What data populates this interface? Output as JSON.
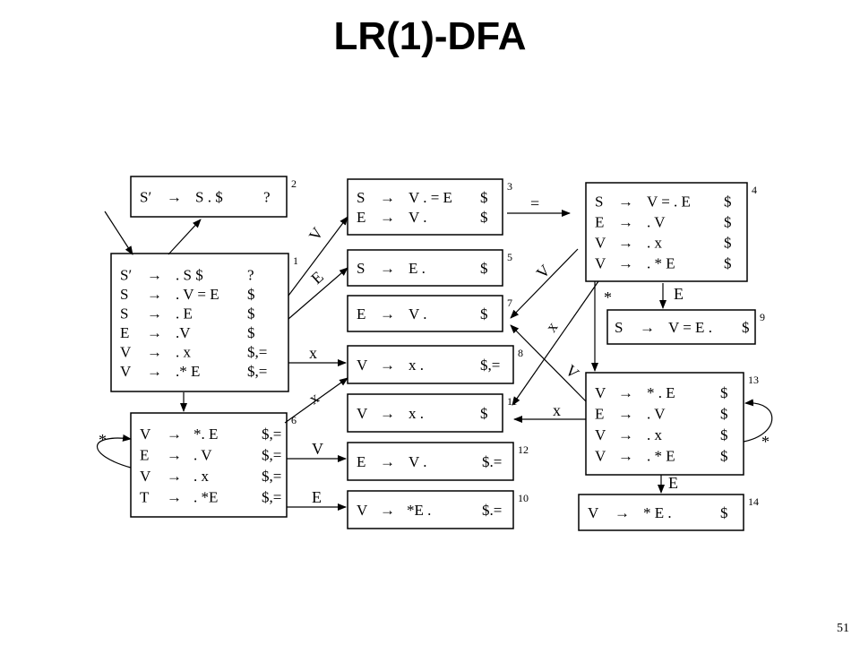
{
  "title": "LR(1)-DFA",
  "page_number": "51",
  "states": [
    {
      "id": "1",
      "items": [
        [
          "S′",
          "→",
          ". S $",
          "?"
        ],
        [
          "S",
          "→",
          ". V = E",
          "$"
        ],
        [
          "S",
          "→",
          ". E",
          "$"
        ],
        [
          "E",
          "→",
          ".V",
          "$"
        ],
        [
          "V",
          "→",
          ". x",
          "$,="
        ],
        [
          "V",
          "→",
          ".* E",
          "$,="
        ]
      ]
    },
    {
      "id": "2",
      "items": [
        [
          "S′",
          "→",
          "S . $",
          "?"
        ]
      ]
    },
    {
      "id": "3",
      "items": [
        [
          "S",
          "→",
          "V . = E",
          "$"
        ],
        [
          "E",
          "→",
          "V .",
          "$"
        ]
      ]
    },
    {
      "id": "4",
      "items": [
        [
          "S",
          "→",
          "V = . E",
          "$"
        ],
        [
          "E",
          "→",
          ". V",
          "$"
        ],
        [
          "V",
          "→",
          ". x",
          "$"
        ],
        [
          "V",
          "→",
          ". * E",
          "$"
        ]
      ]
    },
    {
      "id": "5",
      "items": [
        [
          "S",
          "→",
          "E .",
          "$"
        ]
      ]
    },
    {
      "id": "6",
      "items": [
        [
          "V",
          "→",
          "*. E",
          "$,="
        ],
        [
          "E",
          "→",
          ". V",
          "$,="
        ],
        [
          "V",
          "→",
          ". x",
          "$,="
        ],
        [
          "T",
          "→",
          ". *E",
          "$,="
        ]
      ]
    },
    {
      "id": "7",
      "items": [
        [
          "E",
          "→",
          "V .",
          "$"
        ]
      ]
    },
    {
      "id": "8",
      "items": [
        [
          "V",
          "→",
          "x .",
          "$,="
        ]
      ]
    },
    {
      "id": "9",
      "items": [
        [
          "S",
          "→",
          "V = E .",
          "$"
        ]
      ]
    },
    {
      "id": "10",
      "items": [
        [
          "V",
          "→",
          "*E .",
          "$.="
        ]
      ]
    },
    {
      "id": "11",
      "items": [
        [
          "V",
          "→",
          "x .",
          "$"
        ]
      ]
    },
    {
      "id": "12",
      "items": [
        [
          "E",
          "→",
          "V .",
          "$.="
        ]
      ]
    },
    {
      "id": "13",
      "items": [
        [
          "V",
          "→",
          "* . E",
          "$"
        ],
        [
          "E",
          "→",
          ". V",
          "$"
        ],
        [
          "V",
          "→",
          ". x",
          "$"
        ],
        [
          "V",
          "→",
          ". * E",
          "$"
        ]
      ]
    },
    {
      "id": "14",
      "items": [
        [
          "V",
          "→",
          "* E .",
          "$"
        ]
      ]
    }
  ],
  "transitions": [
    {
      "from": "1",
      "to": "2",
      "label": ""
    },
    {
      "from": "1",
      "to": "3",
      "label": "V"
    },
    {
      "from": "1",
      "to": "5",
      "label": "E"
    },
    {
      "from": "1",
      "to": "8",
      "label": "x"
    },
    {
      "from": "1",
      "to": "6",
      "label": ""
    },
    {
      "from": "3",
      "to": "4",
      "label": "="
    },
    {
      "from": "4",
      "to": "7",
      "label": "V"
    },
    {
      "from": "4",
      "to": "11",
      "label": "x"
    },
    {
      "from": "4",
      "to": "9",
      "label": "E"
    },
    {
      "from": "4",
      "to": "13",
      "label": "*"
    },
    {
      "from": "6",
      "to": "8",
      "label": "x"
    },
    {
      "from": "6",
      "to": "12",
      "label": "V"
    },
    {
      "from": "6",
      "to": "10",
      "label": "E"
    },
    {
      "from": "6",
      "to": "6",
      "label": "*"
    },
    {
      "from": "13",
      "to": "7",
      "label": "V"
    },
    {
      "from": "13",
      "to": "11",
      "label": "x"
    },
    {
      "from": "13",
      "to": "14",
      "label": "E"
    },
    {
      "from": "13",
      "to": "13",
      "label": "*"
    }
  ]
}
